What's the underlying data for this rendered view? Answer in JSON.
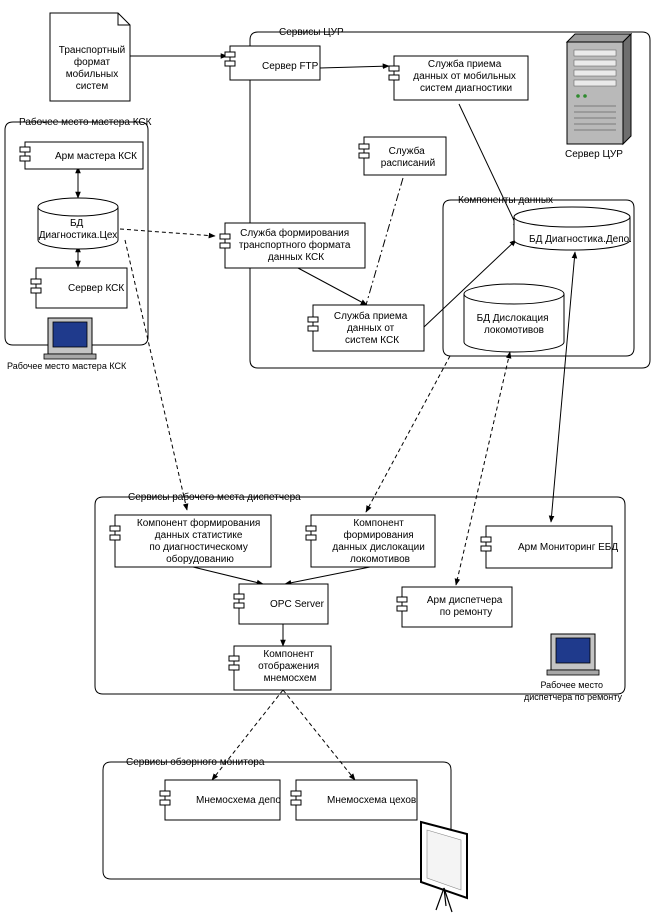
{
  "document": {
    "title": "Транспортный формат мобильных систем"
  },
  "groups": {
    "cur_services": "Сервисы ЦУР",
    "data_components": "Компоненты данных",
    "ksk_master_workplace": "Рабочее место мастера КСК",
    "dispatcher_services": "Сервисы рабочего места диспетчера",
    "overview_monitor_services": "Сервисы обзорного монитора"
  },
  "components": {
    "ftp_server": "Сервер FTP",
    "mobile_receive": [
      "Служба приема",
      "данных от мобильных",
      "систем диагностики"
    ],
    "scheduler": [
      "Служба",
      "расписаний"
    ],
    "transport_format": [
      "Служба формирования",
      "транспортного формата",
      "данных КСК"
    ],
    "ksk_receive": [
      "Служба приема",
      "данных от",
      "систем КСК"
    ],
    "arm_master": "Арм мастера КСК",
    "ksk_server": "Сервер КСК",
    "stats_component": [
      "Компонент формирования",
      "данных статистике",
      "по диагностическому",
      "оборудованию"
    ],
    "dislocation_component": [
      "Компонент",
      "формирования",
      "данных дислокации",
      "локомотивов"
    ],
    "arm_monitoring": "Арм Мониторинг ЕБД",
    "opc_server": "OPC Server",
    "arm_repair": [
      "Арм диспетчера",
      "по ремонту"
    ],
    "mnemo_display": [
      "Компонент",
      "отображения",
      "мнемосхем"
    ],
    "mnemo_depot": "Мнемосхема депо",
    "mnemo_shops": "Мнемосхема цехов"
  },
  "databases": {
    "depot_db": "БД Диагностика.Депо.",
    "loco_db": [
      "БД Дислокация",
      "локомотивов"
    ],
    "shop_db": [
      "БД",
      "Диагностика.Цех"
    ]
  },
  "devices": {
    "cur_server": "Сервер ЦУР",
    "master_pc": "Рабочее место мастера КСК",
    "dispatcher_pc": [
      "Рабочее место",
      "диспетчера по ремонту"
    ]
  }
}
